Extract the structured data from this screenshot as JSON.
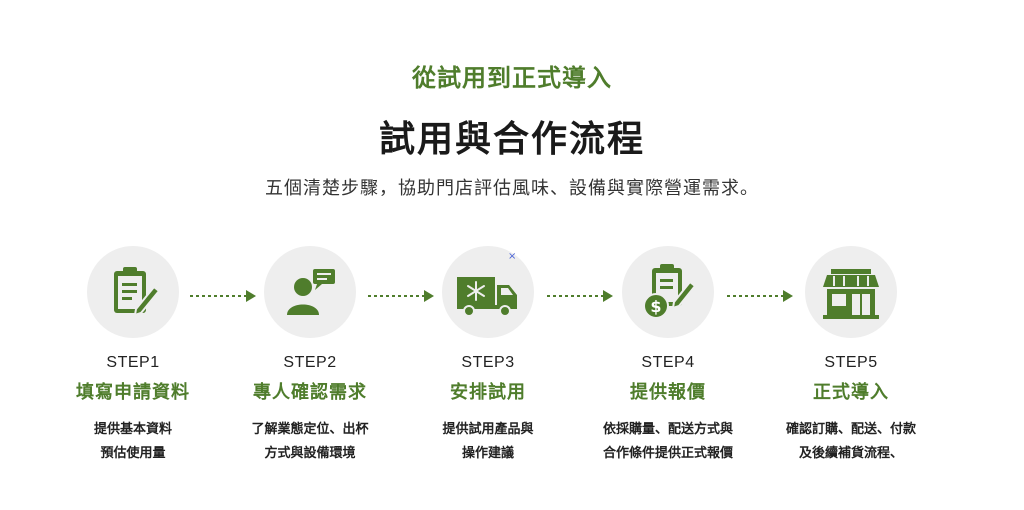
{
  "header": {
    "eyebrow": "從試用到正式導入",
    "title": "試用與合作流程",
    "subtitle": "五個清楚步驟，協助門店評估風味、設備與實際營運需求。"
  },
  "colors": {
    "accent": "#4f7d2c",
    "icon_bg": "#eeeeee"
  },
  "steps": [
    {
      "label": "STEP1",
      "title": "填寫申請資料",
      "desc": "提供基本資料\n預估使用量",
      "icon": "clipboard-pencil-icon"
    },
    {
      "label": "STEP2",
      "title": "專人確認需求",
      "desc": "了解業態定位、出杯\n方式與設備環境",
      "icon": "person-chat-icon"
    },
    {
      "label": "STEP3",
      "title": "安排試用",
      "desc": "提供試用產品與\n操作建議",
      "icon": "refrigerated-truck-icon"
    },
    {
      "label": "STEP4",
      "title": "提供報價",
      "desc": "依採購量、配送方式與\n合作條件提供正式報價",
      "icon": "clipboard-dollar-icon"
    },
    {
      "label": "STEP5",
      "title": "正式導入",
      "desc": "確認訂購、配送、付款\n及後續補貨流程、",
      "icon": "storefront-icon"
    }
  ],
  "marker": "×"
}
